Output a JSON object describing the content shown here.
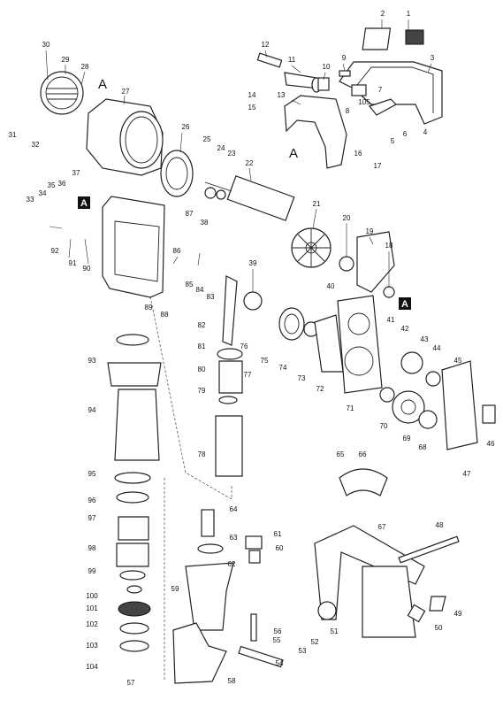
{
  "labels": {
    "p1": "1",
    "p2": "2",
    "p3": "3",
    "p4": "4",
    "p5": "5",
    "p6": "6",
    "p7": "7",
    "p8": "8",
    "p9": "9",
    "p10": "10",
    "p11": "11",
    "p12": "12",
    "p13": "13",
    "p14": "14",
    "p15": "15",
    "p16": "16",
    "p17": "17",
    "p18": "18",
    "p19": "19",
    "p20": "20",
    "p21": "21",
    "p22": "22",
    "p23": "23",
    "p24": "24",
    "p25": "25",
    "p26": "26",
    "p27": "27",
    "p28": "28",
    "p29": "29",
    "p30": "30",
    "p31": "31",
    "p32": "32",
    "p33": "33",
    "p34": "34",
    "p35": "35",
    "p36": "36",
    "p37": "37",
    "p38": "38",
    "p39": "39",
    "p40": "40",
    "p41": "41",
    "p42": "42",
    "p43": "43",
    "p44": "44",
    "p45": "45",
    "p46": "46",
    "p47": "47",
    "p48": "48",
    "p49": "49",
    "p50": "50",
    "p51": "51",
    "p52": "52",
    "p53": "53",
    "p54": "54",
    "p55": "55",
    "p56": "56",
    "p57": "57",
    "p58": "58",
    "p59": "59",
    "p60": "60",
    "p61": "61",
    "p62": "62",
    "p63": "63",
    "p64": "64",
    "p65": "65",
    "p66": "66",
    "p67": "67",
    "p68": "68",
    "p69": "69",
    "p70": "70",
    "p71": "71",
    "p72": "72",
    "p73": "73",
    "p74": "74",
    "p75": "75",
    "p76": "76",
    "p77": "77",
    "p78": "78",
    "p79": "79",
    "p80": "80",
    "p81": "81",
    "p82": "82",
    "p83": "83",
    "p84": "84",
    "p85": "85",
    "p86": "86",
    "p87": "87",
    "p88": "88",
    "p89": "89",
    "p90": "90",
    "p91": "91",
    "p92": "92",
    "p93": "93",
    "p94": "94",
    "p95": "95",
    "p96": "96",
    "p97": "97",
    "p98": "98",
    "p99": "99",
    "p100": "100",
    "p101": "101",
    "p102": "102",
    "p103": "103",
    "p104": "104",
    "p105": "105"
  },
  "markers": {
    "a_top_left": "A",
    "a_handle": "A",
    "a_box_housing": "A",
    "a_box_bearing": "A"
  }
}
